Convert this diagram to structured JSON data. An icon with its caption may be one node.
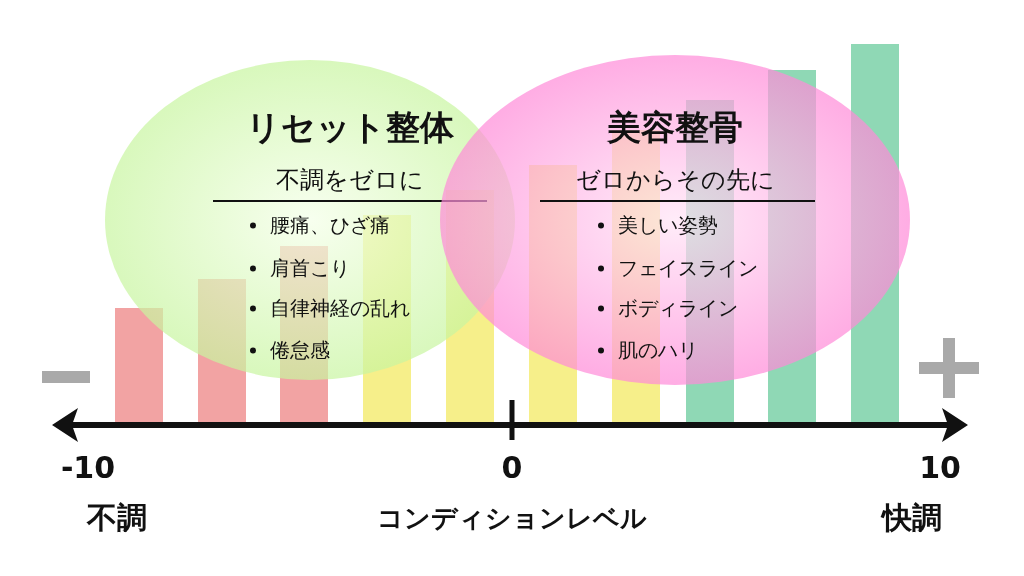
{
  "diagram": {
    "nodes": [
      {
        "text": [
          "リセット整体",
          "不調をゼロに",
          "腰痛、ひざ痛",
          "肩首こり",
          "自律神経の乱れ",
          "倦怠感"
        ]
      },
      {
        "text": [
          "美容整骨",
          "ゼロからその先に",
          "美しい姿勢",
          "フェイスライン",
          "ボディライン",
          "肌のハリ"
        ]
      }
    ],
    "edges": [],
    "labels": [
      "-10",
      "不調",
      "0",
      "コンディションレベル",
      "10",
      "快調"
    ]
  }
}
